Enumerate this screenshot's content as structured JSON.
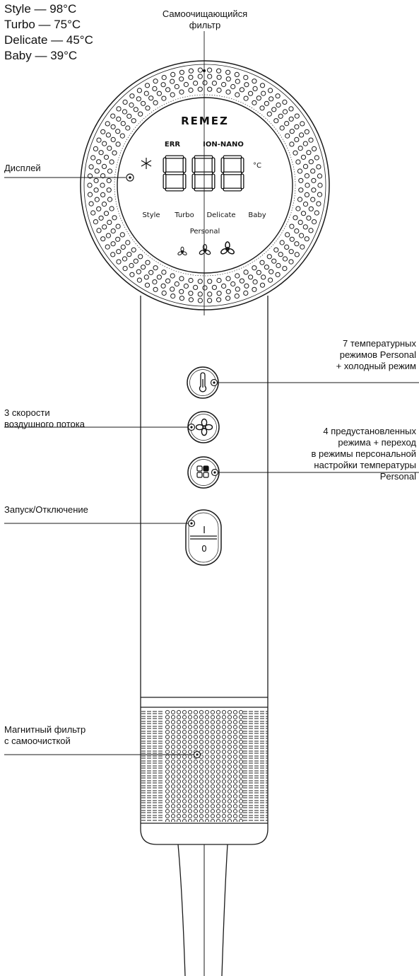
{
  "modes_list": [
    "Style — 98°C",
    "Turbo — 75°C",
    "Delicate — 45°C",
    "Baby — 39°C"
  ],
  "callouts": {
    "filter_top": [
      "Самоочищающийся",
      "фильтр"
    ],
    "display": "Дисплей",
    "temp_modes": [
      "7 температурных",
      "режимов Personal",
      "+ холодный режим"
    ],
    "airflow": [
      "3 скорости",
      "воздушного потока"
    ],
    "presets": [
      "4 предустановленных",
      "режима + переход",
      "в режимы персональной",
      "настройки температуры",
      "Personal"
    ],
    "power": "Запуск/Отключение",
    "magnetic_filter": [
      "Магнитный фильтр",
      "с самоочисткой"
    ]
  },
  "display": {
    "brand": "REMEZ",
    "err": "ERR",
    "ion": "ION-NANO",
    "digits": "888",
    "unit": "°C",
    "modes": [
      "Style",
      "Turbo",
      "Delicate",
      "Baby"
    ],
    "personal": "Personal"
  },
  "power_switch": {
    "on": "I",
    "off": "0"
  },
  "colors": {
    "line": "#1a1a1a",
    "background": "#ffffff"
  }
}
